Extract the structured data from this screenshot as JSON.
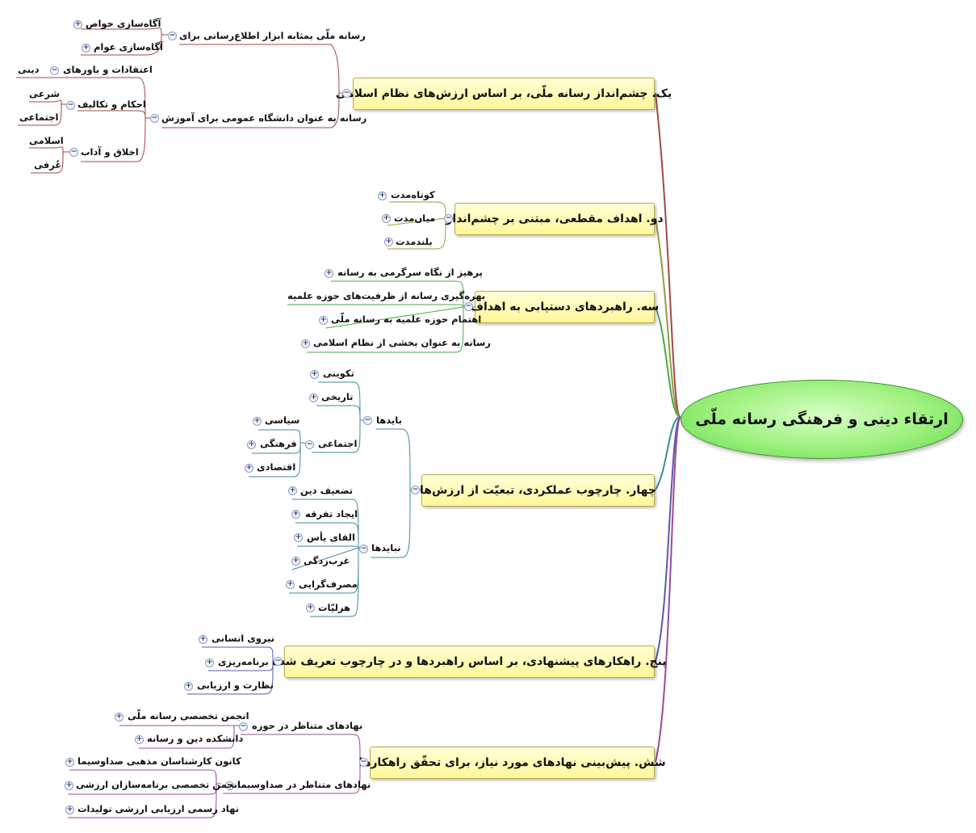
{
  "root": {
    "label": "ارتقاء دینی و فرهنگی رسانه ملّی"
  },
  "branches": [
    {
      "label": "یک. چشم‌انداز رسانه ملّی، بر اساس ارزش‌های نظام اسلامی"
    },
    {
      "label": "دو. اهداف مقطعی، مبتنی بر چشم‌انداز"
    },
    {
      "label": "سه. راهبردهای دستیابی به اهداف"
    },
    {
      "label": "چهار. چارچوب عملکردی، تبعیّت از ارزش‌ها"
    },
    {
      "label": "پنج. راهکارهای پیشنهادی، بر اساس راهبردها و در چارچوب تعریف شده"
    },
    {
      "label": "شش. پیش‌بینی نهادهای مورد نیاز، برای تحقّق راهکارها"
    }
  ],
  "nodes": {
    "b1a": "رسانه ملّی بمثابه ابزار اطلاع‌رسانی برای",
    "b1a1": "آگاه‌سازی خواص",
    "b1a2": "آگاه‌سازی عوام",
    "b1b": "رسانه به عنوان دانشگاه عمومی برای آموزش",
    "b1b1": "اعتقادات و باورهای",
    "b1b1a": "دینی",
    "b1b2": "احکام و تکالیف",
    "b1b2a": "شرعی",
    "b1b2b": "اجتماعی",
    "b1b3": "اخلاق و آداب",
    "b1b3a": "اسلامی",
    "b1b3b": "عُرفی",
    "b2a": "کوتاه‌مدت",
    "b2b": "میان‌مدت",
    "b2c": "بلندمدت",
    "b3a": "پرهیز از نگاه سرگرمی به رسانه",
    "b3b": "بهره‌گیری رسانه از ظرفیت‌های حوزه علمیه",
    "b3c": "اهتمام حوزه علمیه به رسانه ملّی",
    "b3d": "رسانه به عنوان بخشی از نظام اسلامی",
    "b4a": "بایدها",
    "b4a1": "تکوینی",
    "b4a2": "تاریخی",
    "b4a3": "اجتماعی",
    "b4a3a": "سیاسی",
    "b4a3b": "فرهنگی",
    "b4a3c": "اقتصادی",
    "b4b": "نبایدها",
    "b4b1": "تضعیف دین",
    "b4b2": "ایجاد تفرقه",
    "b4b3": "القای یأس",
    "b4b4": "غرب‌زدگی",
    "b4b5": "مصرف‌گرایی",
    "b4b6": "هزلیّات",
    "b5a": "نیروی انسانی",
    "b5b": "برنامه‌ریزی",
    "b5c": "نظارت و ارزیابی",
    "b6a": "نهادهای متناظر در حوزه",
    "b6a1": "انجمن تخصصی رسانه ملّی",
    "b6a2": "دانشکده دین و رسانه",
    "b6b": "نهادهای متناظر در صداوسیما",
    "b6b1": "کانون کارشناسان مذهبی صداوسیما",
    "b6b2": "انجمن تخصصی برنامه‌سازان ارزشی",
    "b6b3": "نهاد رسمی ارزیابی ارزشی تولیدات"
  },
  "colors": {
    "branch_lines": [
      "#a24848",
      "#9a9a3e",
      "#4aa84a",
      "#3e8a9a",
      "#5a5aaa",
      "#9a4a9a"
    ],
    "root_fill": "#9cf07c",
    "topic_fill": "#fff79a"
  }
}
